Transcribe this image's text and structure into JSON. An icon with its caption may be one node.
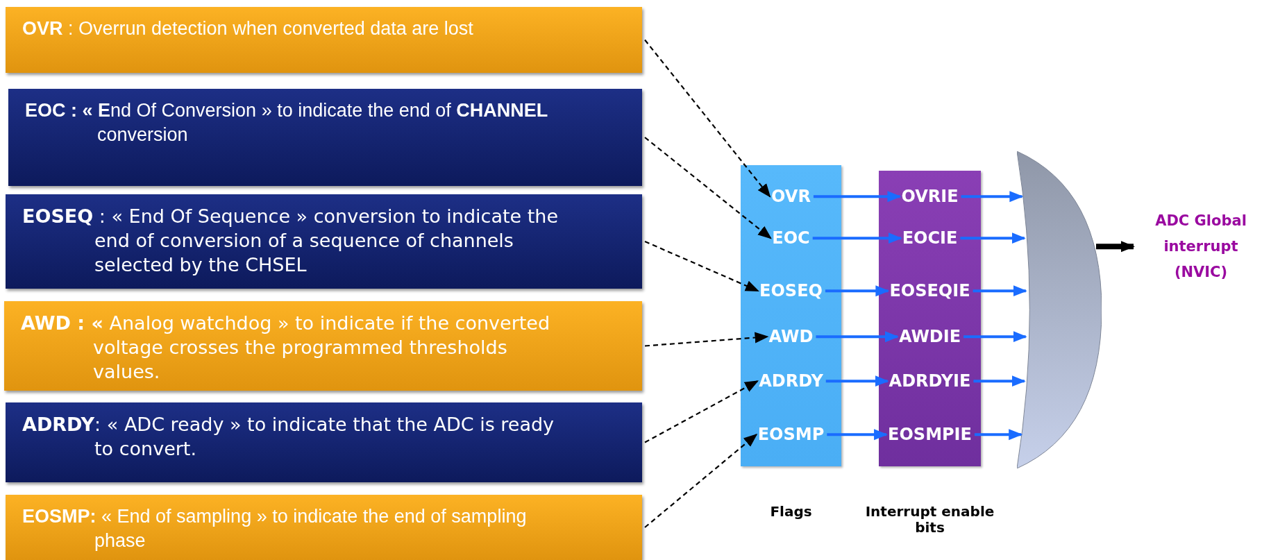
{
  "diagram": {
    "nodes": [
      {
        "text": [
          "**OVR** : Overrun detection when converted data are lost"
        ]
      },
      {
        "text": [
          "**EOC : « E**nd Of Conversion » to indicate the end of **CHANNEL** conversion"
        ]
      },
      {
        "text": [
          "**EOSEQ** : « End Of Sequence » conversion to indicate the end of conversion of a sequence of channels selected by the CHSEL"
        ]
      },
      {
        "text": [
          "**AWD : «** Analog watchdog » to indicate if the converted voltage crosses the programmed thresholds values."
        ]
      },
      {
        "text": [
          "**ADRDY**: « ADC ready » to indicate that the ADC is ready to convert."
        ]
      },
      {
        "text": [
          "**EOSMP:** « End of sampling » to indicate the end of sampling phase"
        ]
      },
      {
        "text": [
          "Flags"
        ]
      },
      {
        "text": [
          "OVR"
        ],
        "in": 6
      },
      {
        "text": [
          "EOC"
        ],
        "in": 6
      },
      {
        "text": [
          "EOSEQ"
        ],
        "in": 6
      },
      {
        "text": [
          "AWD"
        ],
        "in": 6
      },
      {
        "text": [
          "ADRDY"
        ],
        "in": 6
      },
      {
        "text": [
          "EOSMP"
        ],
        "in": 6
      },
      {
        "text": [
          "Interrupt enable bits"
        ]
      },
      {
        "text": [
          "OVRIE"
        ],
        "in": 13
      },
      {
        "text": [
          "EOCIE"
        ],
        "in": 13
      },
      {
        "text": [
          "EOSEQIE"
        ],
        "in": 13
      },
      {
        "text": [
          "AWDIE"
        ],
        "in": 13
      },
      {
        "text": [
          "ADRDYIE"
        ],
        "in": 13
      },
      {
        "text": [
          "EOSMPIE"
        ],
        "in": 13
      },
      {
        "text": [],
        "shape": "gate"
      },
      {
        "text": [
          "ADC Global interrupt (NVIC)"
        ]
      }
    ],
    "edges": [
      {
        "from": 0,
        "to": 7,
        "arrow": "to",
        "style": "dashed",
        "color": "#000000"
      },
      {
        "from": 1,
        "to": 8,
        "arrow": "to",
        "style": "dashed",
        "color": "#000000"
      },
      {
        "from": 2,
        "to": 9,
        "arrow": "to",
        "style": "dashed",
        "color": "#000000"
      },
      {
        "from": 3,
        "to": 10,
        "arrow": "to",
        "style": "dashed",
        "color": "#000000"
      },
      {
        "from": 4,
        "to": 11,
        "arrow": "to",
        "style": "dashed",
        "color": "#000000"
      },
      {
        "from": 5,
        "to": 12,
        "arrow": "to",
        "style": "dashed",
        "color": "#000000"
      },
      {
        "from": 7,
        "to": 14,
        "arrow": "to"
      },
      {
        "from": 8,
        "to": 15,
        "arrow": "to"
      },
      {
        "from": 9,
        "to": 16,
        "arrow": "to"
      },
      {
        "from": 10,
        "to": 17,
        "arrow": "to"
      },
      {
        "from": 11,
        "to": 18,
        "arrow": "to"
      },
      {
        "from": 12,
        "to": 19,
        "arrow": "to"
      },
      {
        "from": 14,
        "to": 20,
        "arrow": "to"
      },
      {
        "from": 15,
        "to": 20,
        "arrow": "to"
      },
      {
        "from": 16,
        "to": 20,
        "arrow": "to"
      },
      {
        "from": 17,
        "to": 20,
        "arrow": "to"
      },
      {
        "from": 18,
        "to": 20,
        "arrow": "to"
      },
      {
        "from": 19,
        "to": 20,
        "arrow": "to"
      },
      {
        "from": 20,
        "to": 21,
        "arrow": "to",
        "style": "thick",
        "color": "#000000"
      }
    ]
  }
}
